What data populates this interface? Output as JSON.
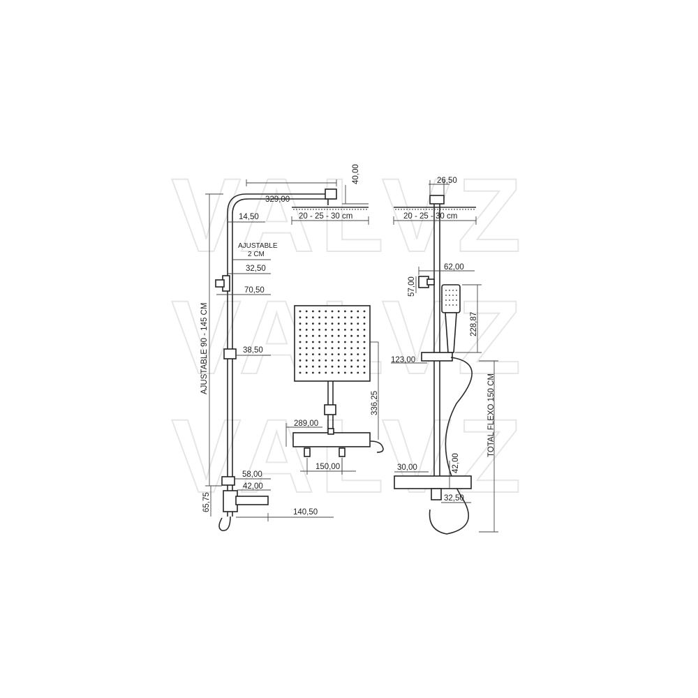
{
  "watermark": {
    "text": "VALVZ"
  },
  "side_view": {
    "dim_head_width": "329,00",
    "dim_head_height": "40,00",
    "head_sizes": "20 - 25 - 30 cm",
    "dim_arm_offset": "14,50",
    "adjust_note_line1": "AJUSTABLE",
    "adjust_note_line2": "2 CM",
    "dim_bracket": "32,50",
    "dim_bracket_depth": "70,50",
    "dim_slider": "38,50",
    "dim_total_height": "AJUSTABLE 90 - 145 CM",
    "dim_valve_top": "58,00",
    "dim_valve_body": "42,00",
    "dim_spout_height": "65,75",
    "dim_spout_length": "140,50"
  },
  "center_view": {
    "dim_valve_width": "289,00",
    "dim_head_to_valve": "336,25",
    "dim_inlet_spacing": "150,00"
  },
  "front_view": {
    "dim_arm_top": "26,50",
    "head_sizes": "20 - 25 - 30 cm",
    "dim_bracket_width": "62,00",
    "dim_bracket_height": "57,00",
    "dim_handshower_length": "228,87",
    "dim_holder": "123,00",
    "dim_hose_total": "TOTAL FLEXO 150 CM",
    "dim_valve_height": "42,00",
    "dim_valve_offset": "30,00",
    "dim_outlet": "32,50"
  }
}
